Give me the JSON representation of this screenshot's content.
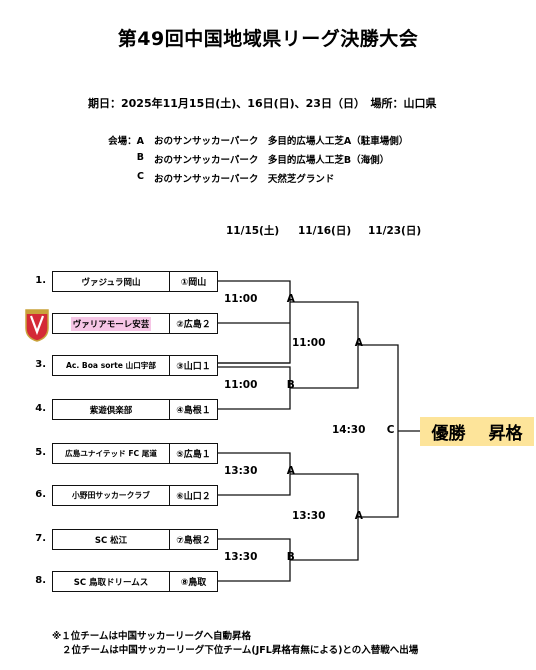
{
  "title": "第49回中国地域県リーグ決勝大会",
  "period": "期日：2025年11月15日(土)、16日(日)、23日（日）　場所：山口県",
  "venues": [
    {
      "label": "会場：A",
      "text": "おのサンサッカーパーク　多目的広場人工芝A（駐車場側）"
    },
    {
      "label": "B",
      "text": "おのサンサッカーパーク　多目的広場人工芝B（海側）"
    },
    {
      "label": "C",
      "text": "おのサンサッカーパーク　天然芝グランド"
    }
  ],
  "dates": [
    "11/15(土)",
    "11/16(日)",
    "11/23(日)"
  ],
  "teams": [
    {
      "seed": "1.",
      "name": "ヴァジュラ岡山",
      "qual": "①岡山",
      "highlight": false
    },
    {
      "seed": "",
      "name": "ヴァリアモーレ安芸",
      "qual": "②広島２",
      "highlight": true
    },
    {
      "seed": "3.",
      "name": "Ac. Boa sorte 山口宇部",
      "qual": "③山口１",
      "highlight": false
    },
    {
      "seed": "4.",
      "name": "紫遊倶楽部",
      "qual": "④島根１",
      "highlight": false
    },
    {
      "seed": "5.",
      "name": "広島ユナイテッド FC 尾道",
      "qual": "⑤広島１",
      "highlight": false
    },
    {
      "seed": "6.",
      "name": "小野田サッカークラブ",
      "qual": "⑥山口２",
      "highlight": false
    },
    {
      "seed": "7.",
      "name": "SC 松江",
      "qual": "⑦島根２",
      "highlight": false
    },
    {
      "seed": "8.",
      "name": "SC 鳥取ドリームス",
      "qual": "⑧鳥取",
      "highlight": false
    }
  ],
  "matches": {
    "r1": [
      {
        "time": "11:00",
        "venue": "A"
      },
      {
        "time": "11:00",
        "venue": "B"
      },
      {
        "time": "13:30",
        "venue": "A"
      },
      {
        "time": "13:30",
        "venue": "B"
      }
    ],
    "r2": [
      {
        "time": "11:00",
        "venue": "A"
      },
      {
        "time": "13:30",
        "venue": "A"
      }
    ],
    "final": {
      "time": "14:30",
      "venue": "C"
    }
  },
  "winner": {
    "label1": "優勝",
    "label2": "昇格"
  },
  "notes": [
    "※１位チームは中国サッカーリーグへ自動昇格",
    "２位チームは中国サッカーリーグ下位チーム(JFL昇格有無による)との入替戦へ出場"
  ],
  "colors": {
    "highlight": "#f6c6e6",
    "winner_bg": "#fde49a",
    "logo_red": "#d42a36",
    "logo_gold": "#c9a23a"
  }
}
